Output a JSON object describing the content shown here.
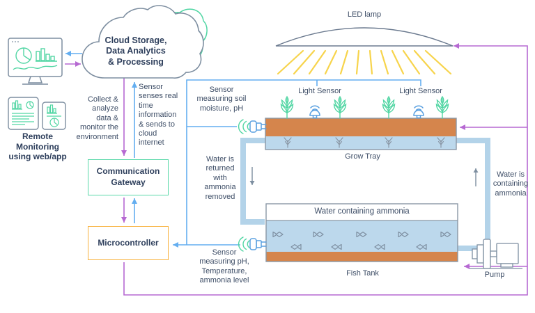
{
  "title": "Aquaponics IoT monitoring system diagram",
  "colors": {
    "purple_control_flow": "#b668d2",
    "blue_data_flow": "#64aef0",
    "mint_green": "#52d6a4",
    "navy_text": "#2e3f5c",
    "label_text": "#3d4d66",
    "gateway_border": "#57d8a8",
    "microcontroller_border": "#f8b13c",
    "soil_orange": "#d5854c",
    "water_blue": "#bcd8ec",
    "pipe_blue": "#b3d3e9",
    "ray_yellow": "#f7d44c",
    "outline_gray": "#7d8ea0"
  },
  "left_panel": {
    "remote_monitoring": "Remote\nMonitoring\nusing web/app"
  },
  "cloud": {
    "label": "Cloud Storage,\nData Analytics\n& Processing"
  },
  "boxes": {
    "gateway": "Communication\nGateway",
    "microcontroller": "Microcontroller"
  },
  "annotations": {
    "collect": "Collect &\nanalyze\ndata &\nmonitor the\nenvironment",
    "sensor_to_cloud": "Sensor\nsenses real\ntime\ninformation\n& sends to\ncloud\ninternet",
    "soil_sensor": "Sensor\nmeasuring soil\nmoisture, pH",
    "water_returned": "Water is\nreturned\nwith\nammonia\nremoved",
    "fish_sensor": "Sensor\nmeasuring pH,\nTemperature,\nammonia level",
    "water_containing": "Water is\ncontaining\nammonia"
  },
  "system": {
    "led_lamp": "LED lamp",
    "light_sensor": "Light Sensor",
    "grow_tray": "Grow Tray",
    "fish_tank": "Fish Tank",
    "pump": "Pump",
    "tank_water": "Water containing ammonia"
  },
  "icons": {
    "monitor-icon": "desktop screen with pie chart, bar chart and trend line",
    "tablet-icon": "tablet with analytics dashboard",
    "phone-icon": "smartphone with analytics dashboard",
    "cloud-icon": "cloud outline",
    "cloud-back-icon": "green cloud outline behind",
    "led-lamp-icon": "lens-shaped lamp with yellow light rays",
    "light-sensor-icon": "dome sensor with wifi waves",
    "probe-sensor-icon": "side probe sensor with wifi waves",
    "plant-icon": "wheat-like seedling",
    "root-icon": "root strands",
    "fish-icon": "outlined fish",
    "pump-icon": "water pump with motor"
  }
}
